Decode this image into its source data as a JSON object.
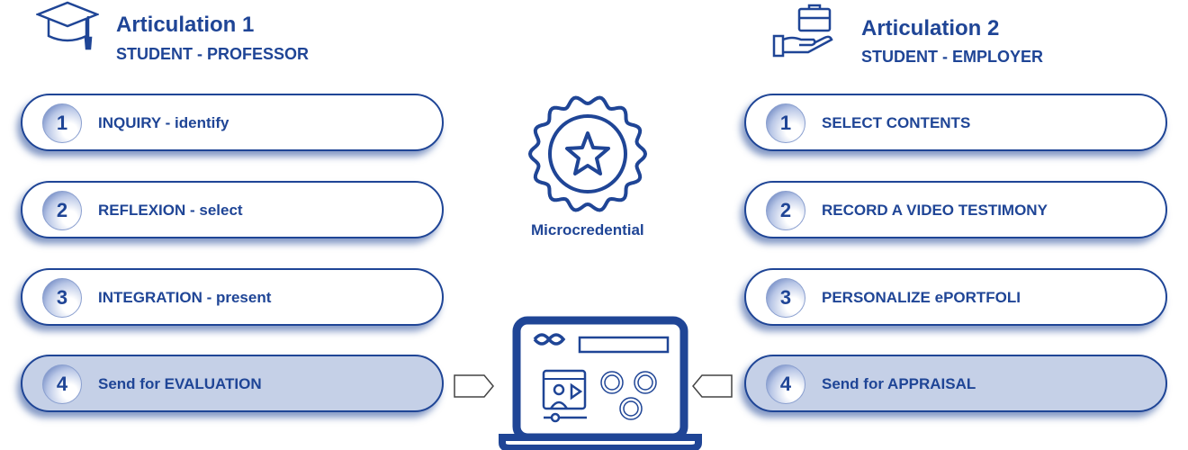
{
  "left": {
    "title": "Articulation 1",
    "subtitle": "STUDENT - PROFESSOR",
    "icon": "graduation-cap-icon",
    "steps": [
      {
        "n": "1",
        "label": "INQUIRY - identify"
      },
      {
        "n": "2",
        "label": "REFLEXION - select"
      },
      {
        "n": "3",
        "label": "INTEGRATION - present"
      },
      {
        "n": "4",
        "label": "Send for EVALUATION"
      }
    ]
  },
  "right": {
    "title": "Articulation 2",
    "subtitle": "STUDENT - EMPLOYER",
    "icon": "briefcase-hand-icon",
    "steps": [
      {
        "n": "1",
        "label": "SELECT CONTENTS"
      },
      {
        "n": "2",
        "label": "RECORD A VIDEO TESTIMONY"
      },
      {
        "n": "3",
        "label": "PERSONALIZE ePORTFOLI"
      },
      {
        "n": "4",
        "label": "Send for APPRAISAL"
      }
    ]
  },
  "center": {
    "badge_label": "Microcredential",
    "icon": "laptop-eportfolio-icon"
  },
  "colors": {
    "primary": "#1f4596",
    "highlight": "#c5d0e7"
  }
}
